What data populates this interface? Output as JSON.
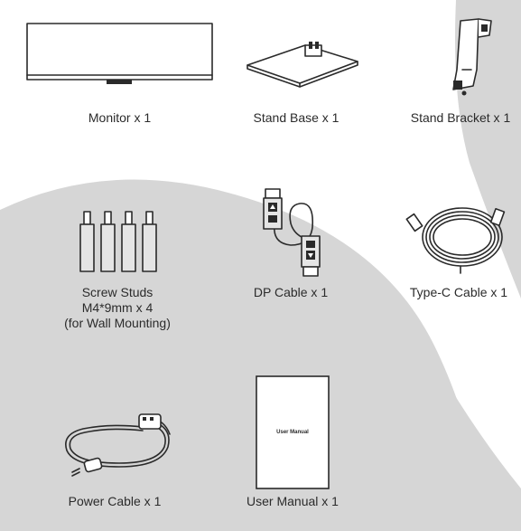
{
  "items": {
    "monitor": "Monitor x 1",
    "stand_base": "Stand Base x 1",
    "stand_bracket": "Stand Bracket x 1",
    "screw_studs": [
      "Screw Studs",
      "M4*9mm x 4",
      "(for Wall Mounting)"
    ],
    "dp_cable": "DP Cable x 1",
    "typec_cable": "Type-C Cable x 1",
    "power_cable": "Power Cable x 1",
    "user_manual": "User Manual x 1"
  },
  "manual_cover_text": "User Manual"
}
